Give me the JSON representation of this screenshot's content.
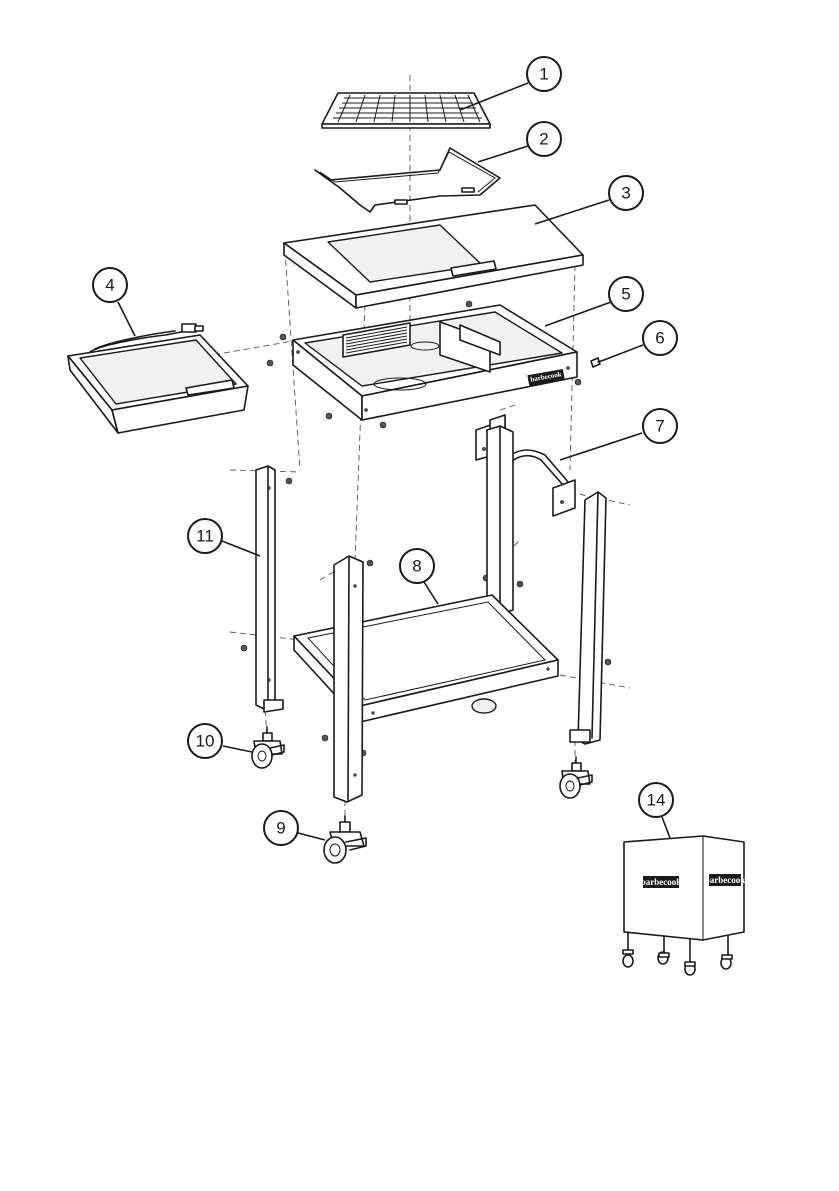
{
  "brand": "barbecook",
  "callouts": [
    {
      "id": "1",
      "label": "1"
    },
    {
      "id": "2",
      "label": "2"
    },
    {
      "id": "3",
      "label": "3"
    },
    {
      "id": "4",
      "label": "4"
    },
    {
      "id": "5",
      "label": "5"
    },
    {
      "id": "6",
      "label": "6"
    },
    {
      "id": "7",
      "label": "7"
    },
    {
      "id": "8",
      "label": "8"
    },
    {
      "id": "9",
      "label": "9"
    },
    {
      "id": "10",
      "label": "10"
    },
    {
      "id": "11",
      "label": "11"
    },
    {
      "id": "14",
      "label": "14"
    }
  ]
}
